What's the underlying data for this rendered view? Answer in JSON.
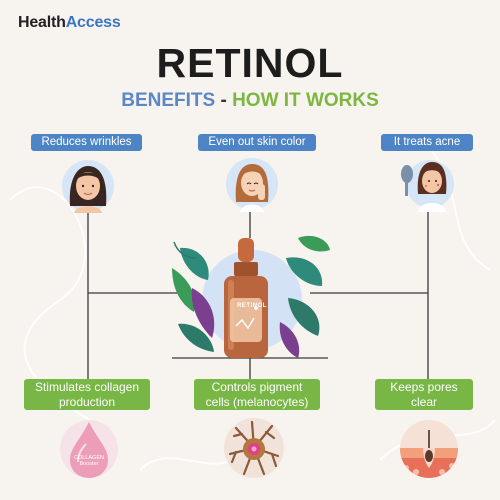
{
  "brand": {
    "part1": "Health",
    "part2": "Access"
  },
  "title": "RETINOL",
  "subtitle": {
    "part1": "BENEFITS",
    "separator": "-",
    "part2": "HOW IT WORKS"
  },
  "top_benefits": [
    {
      "label": "Reduces wrinkles",
      "icon": "woman-face-icon"
    },
    {
      "label": "Even out skin color",
      "icon": "woman-touching-face-icon"
    },
    {
      "label": "It treats acne",
      "icon": "woman-with-mirror-icon"
    }
  ],
  "bottom_benefits": [
    {
      "label": "Stimulates collagen production",
      "line1": "Stimulates collagen",
      "line2": "production",
      "icon": "collagen-drop-icon"
    },
    {
      "label": "Controls pigment cells (melanocytes)",
      "line1": "Controls pigment",
      "line2": "cells (melanocytes)",
      "icon": "melanocyte-cell-icon"
    },
    {
      "label": "Keeps pores clear",
      "line1": "Keeps pores",
      "line2": "clear",
      "icon": "skin-pore-icon"
    }
  ],
  "bottle": {
    "label": "RETINOL"
  },
  "collagen_drop": {
    "line1": "COLLAGEN",
    "line2": "Booster"
  },
  "colors": {
    "blue_pill": "#4d84c6",
    "green_box": "#78b645",
    "subtitle_blue": "#5b86c8",
    "subtitle_green": "#7cb740",
    "bottle": "#b9653e",
    "background": "#f7f3ef"
  }
}
